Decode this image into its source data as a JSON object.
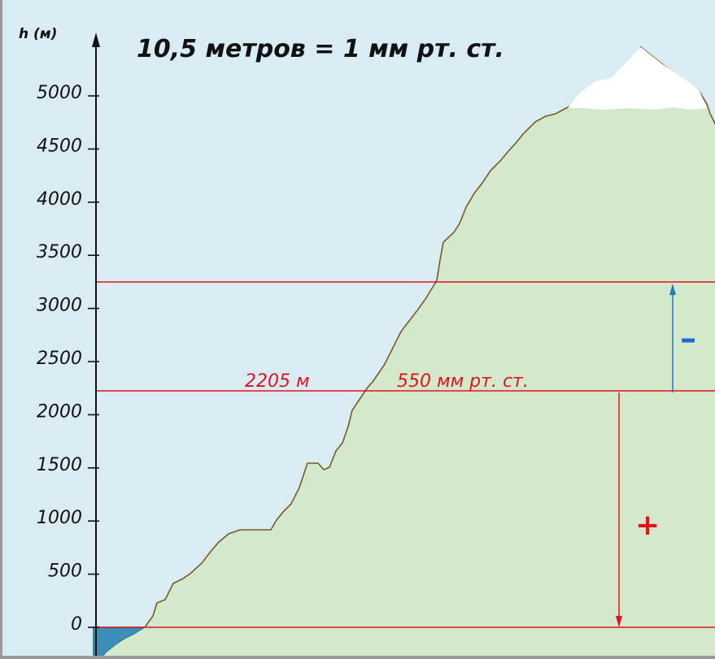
{
  "title": "10,5 метров = 1 мм рт. ст.",
  "axis": {
    "label": "h (м)",
    "ticks": [
      "5000",
      "4500",
      "4000",
      "3500",
      "3000",
      "2500",
      "2000",
      "1500",
      "1000",
      "500",
      "0"
    ]
  },
  "annotations": {
    "height_label": "2205  м",
    "pressure_label": "550 мм рт. ст.",
    "minus_sign": "–",
    "plus_sign": "+"
  },
  "colors": {
    "sky": "#d9ecf3",
    "mountain_fill": "#d4e8cc",
    "mountain_outline": "#7a5a1e",
    "snow": "#ffffff",
    "water": "#3a8fb8",
    "guide_line": "#e0141e",
    "minus_arrow": "#1a7ec0",
    "minus_sign": "#1a6fd0",
    "plus_sign": "#e0141e"
  }
}
